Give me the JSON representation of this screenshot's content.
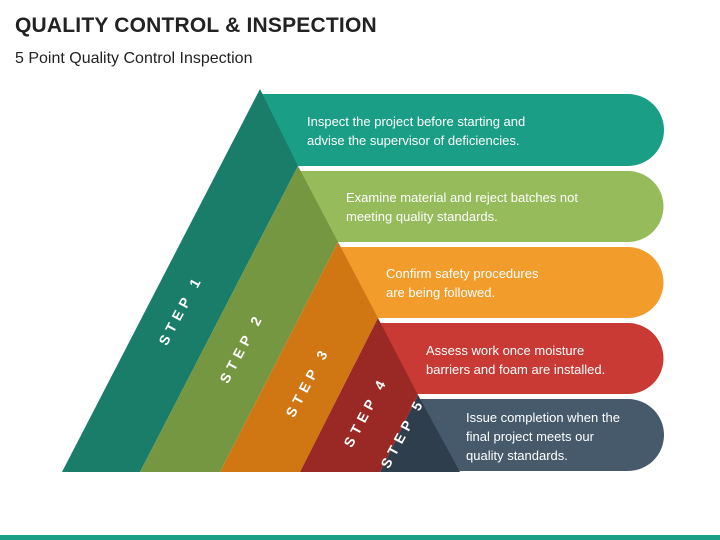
{
  "title": "QUALITY CONTROL & INSPECTION",
  "subtitle": "5 Point Quality Control Inspection",
  "steps": [
    {
      "label": "STEP 1",
      "lines": [
        "Inspect the project before starting and",
        "advise the supervisor of deficiencies."
      ],
      "color": "#1a9e86",
      "dark": "#197d69"
    },
    {
      "label": "STEP 2",
      "lines": [
        "Examine material and reject batches not",
        "meeting quality standards."
      ],
      "color": "#95bb5a",
      "dark": "#769741"
    },
    {
      "label": "STEP 3",
      "lines": [
        "Confirm safety procedures",
        "are being followed."
      ],
      "color": "#f29c2c",
      "dark": "#d07612"
    },
    {
      "label": "STEP 4",
      "lines": [
        "Assess work once moisture",
        "barriers and foam are installed."
      ],
      "color": "#c93a34",
      "dark": "#9a2824"
    },
    {
      "label": "STEP 5",
      "lines": [
        "Issue completion when the",
        "final project meets our",
        "quality standards."
      ],
      "color": "#465a6c",
      "dark": "#2f3e4c"
    }
  ]
}
